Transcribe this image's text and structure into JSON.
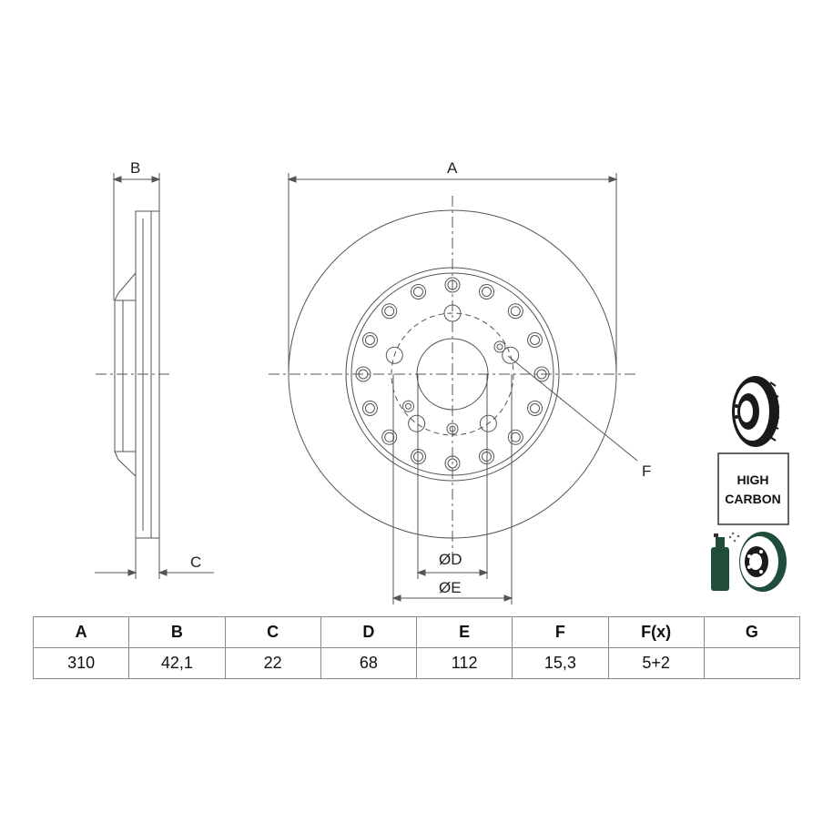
{
  "labels": {
    "a": "A",
    "b": "B",
    "c": "C",
    "f": "F",
    "d": "ØD",
    "e": "ØE"
  },
  "badge": {
    "line1": "HIGH",
    "line2": "CARBON"
  },
  "icons": [
    "vented-disc-icon",
    "high-carbon-badge",
    "coated-disc-spray-icon"
  ],
  "table": {
    "headers": [
      "A",
      "B",
      "C",
      "D",
      "E",
      "F",
      "F(x)",
      "G"
    ],
    "values": [
      "310",
      "42,1",
      "22",
      "68",
      "112",
      "15,3",
      "5+2",
      ""
    ]
  }
}
